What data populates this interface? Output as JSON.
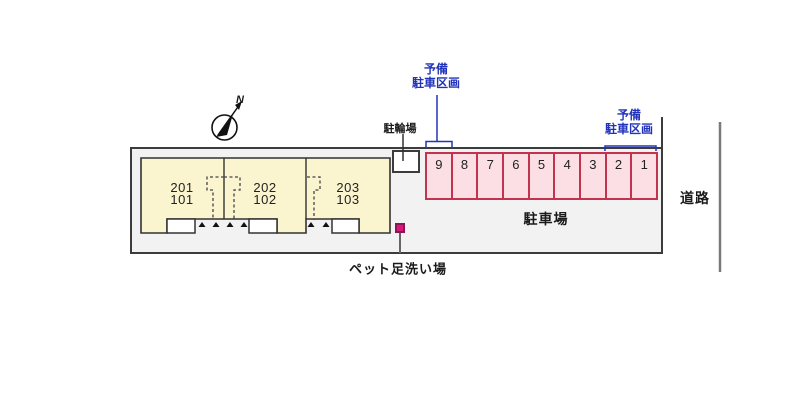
{
  "diagram": {
    "compass_label": "N",
    "building": {
      "rooms": [
        {
          "upper": "201",
          "lower": "101"
        },
        {
          "upper": "202",
          "lower": "102"
        },
        {
          "upper": "203",
          "lower": "103"
        }
      ]
    },
    "parking": {
      "stall_numbers": [
        "9",
        "8",
        "7",
        "6",
        "5",
        "4",
        "3",
        "2",
        "1"
      ],
      "lot_label": "駐車場",
      "spare_label_left": {
        "line1": "予備",
        "line2": "駐車区画"
      },
      "spare_label_right": {
        "line1": "予備",
        "line2": "駐車区画"
      }
    },
    "bike_parking_label": "駐輪場",
    "pet_wash_label": "ペット足洗い場",
    "road_label": "道路"
  },
  "colors": {
    "site_fill": "#f2f2f2",
    "site_border": "#3c3c3c",
    "building_fill": "#faf4cf",
    "stall_fill": "#fcdfe5",
    "stall_border": "#c23350",
    "annotation_blue": "#2233bb",
    "pet_marker_fill": "#d6187d",
    "pet_marker_border": "#8f1453",
    "road_line": "#7a7a7a"
  }
}
